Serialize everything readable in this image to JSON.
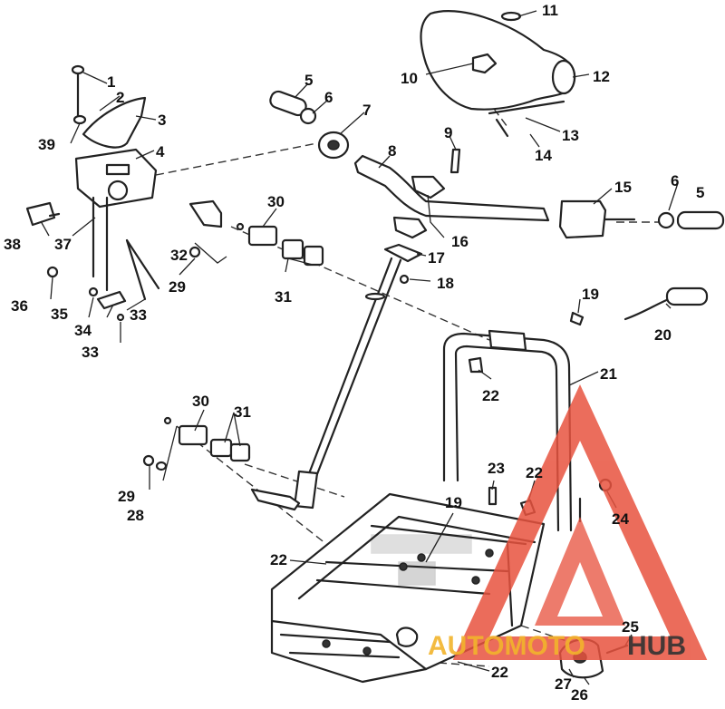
{
  "callouts": [
    {
      "id": "1",
      "label": "1"
    },
    {
      "id": "2",
      "label": "2"
    },
    {
      "id": "3",
      "label": "3"
    },
    {
      "id": "4",
      "label": "4"
    },
    {
      "id": "5a",
      "label": "5"
    },
    {
      "id": "5b",
      "label": "5"
    },
    {
      "id": "6a",
      "label": "6"
    },
    {
      "id": "6b",
      "label": "6"
    },
    {
      "id": "7",
      "label": "7"
    },
    {
      "id": "8",
      "label": "8"
    },
    {
      "id": "9",
      "label": "9"
    },
    {
      "id": "10",
      "label": "10"
    },
    {
      "id": "11",
      "label": "11"
    },
    {
      "id": "12",
      "label": "12"
    },
    {
      "id": "13",
      "label": "13"
    },
    {
      "id": "14",
      "label": "14"
    },
    {
      "id": "15",
      "label": "15"
    },
    {
      "id": "16",
      "label": "16"
    },
    {
      "id": "17",
      "label": "17"
    },
    {
      "id": "18",
      "label": "18"
    },
    {
      "id": "19a",
      "label": "19"
    },
    {
      "id": "19b",
      "label": "19"
    },
    {
      "id": "20",
      "label": "20"
    },
    {
      "id": "21",
      "label": "21"
    },
    {
      "id": "22a",
      "label": "22"
    },
    {
      "id": "22b",
      "label": "22"
    },
    {
      "id": "22c",
      "label": "22"
    },
    {
      "id": "22d",
      "label": "22"
    },
    {
      "id": "23",
      "label": "23"
    },
    {
      "id": "24",
      "label": "24"
    },
    {
      "id": "25",
      "label": "25"
    },
    {
      "id": "26",
      "label": "26"
    },
    {
      "id": "27",
      "label": "27"
    },
    {
      "id": "28",
      "label": "28"
    },
    {
      "id": "29a",
      "label": "29"
    },
    {
      "id": "29b",
      "label": "29"
    },
    {
      "id": "30a",
      "label": "30"
    },
    {
      "id": "30b",
      "label": "30"
    },
    {
      "id": "31a",
      "label": "31"
    },
    {
      "id": "31b",
      "label": "31"
    },
    {
      "id": "32",
      "label": "32"
    },
    {
      "id": "33a",
      "label": "33"
    },
    {
      "id": "33b",
      "label": "33"
    },
    {
      "id": "34",
      "label": "34"
    },
    {
      "id": "35",
      "label": "35"
    },
    {
      "id": "36",
      "label": "36"
    },
    {
      "id": "37",
      "label": "37"
    },
    {
      "id": "38",
      "label": "38"
    },
    {
      "id": "39",
      "label": "39"
    }
  ],
  "watermark": {
    "brand_part1": "AUTOMOTO",
    "brand_part2": "HUB",
    "logo_color": "#e8533f",
    "text_color_part1": "#f2b42c",
    "text_color_part2": "#333333"
  }
}
